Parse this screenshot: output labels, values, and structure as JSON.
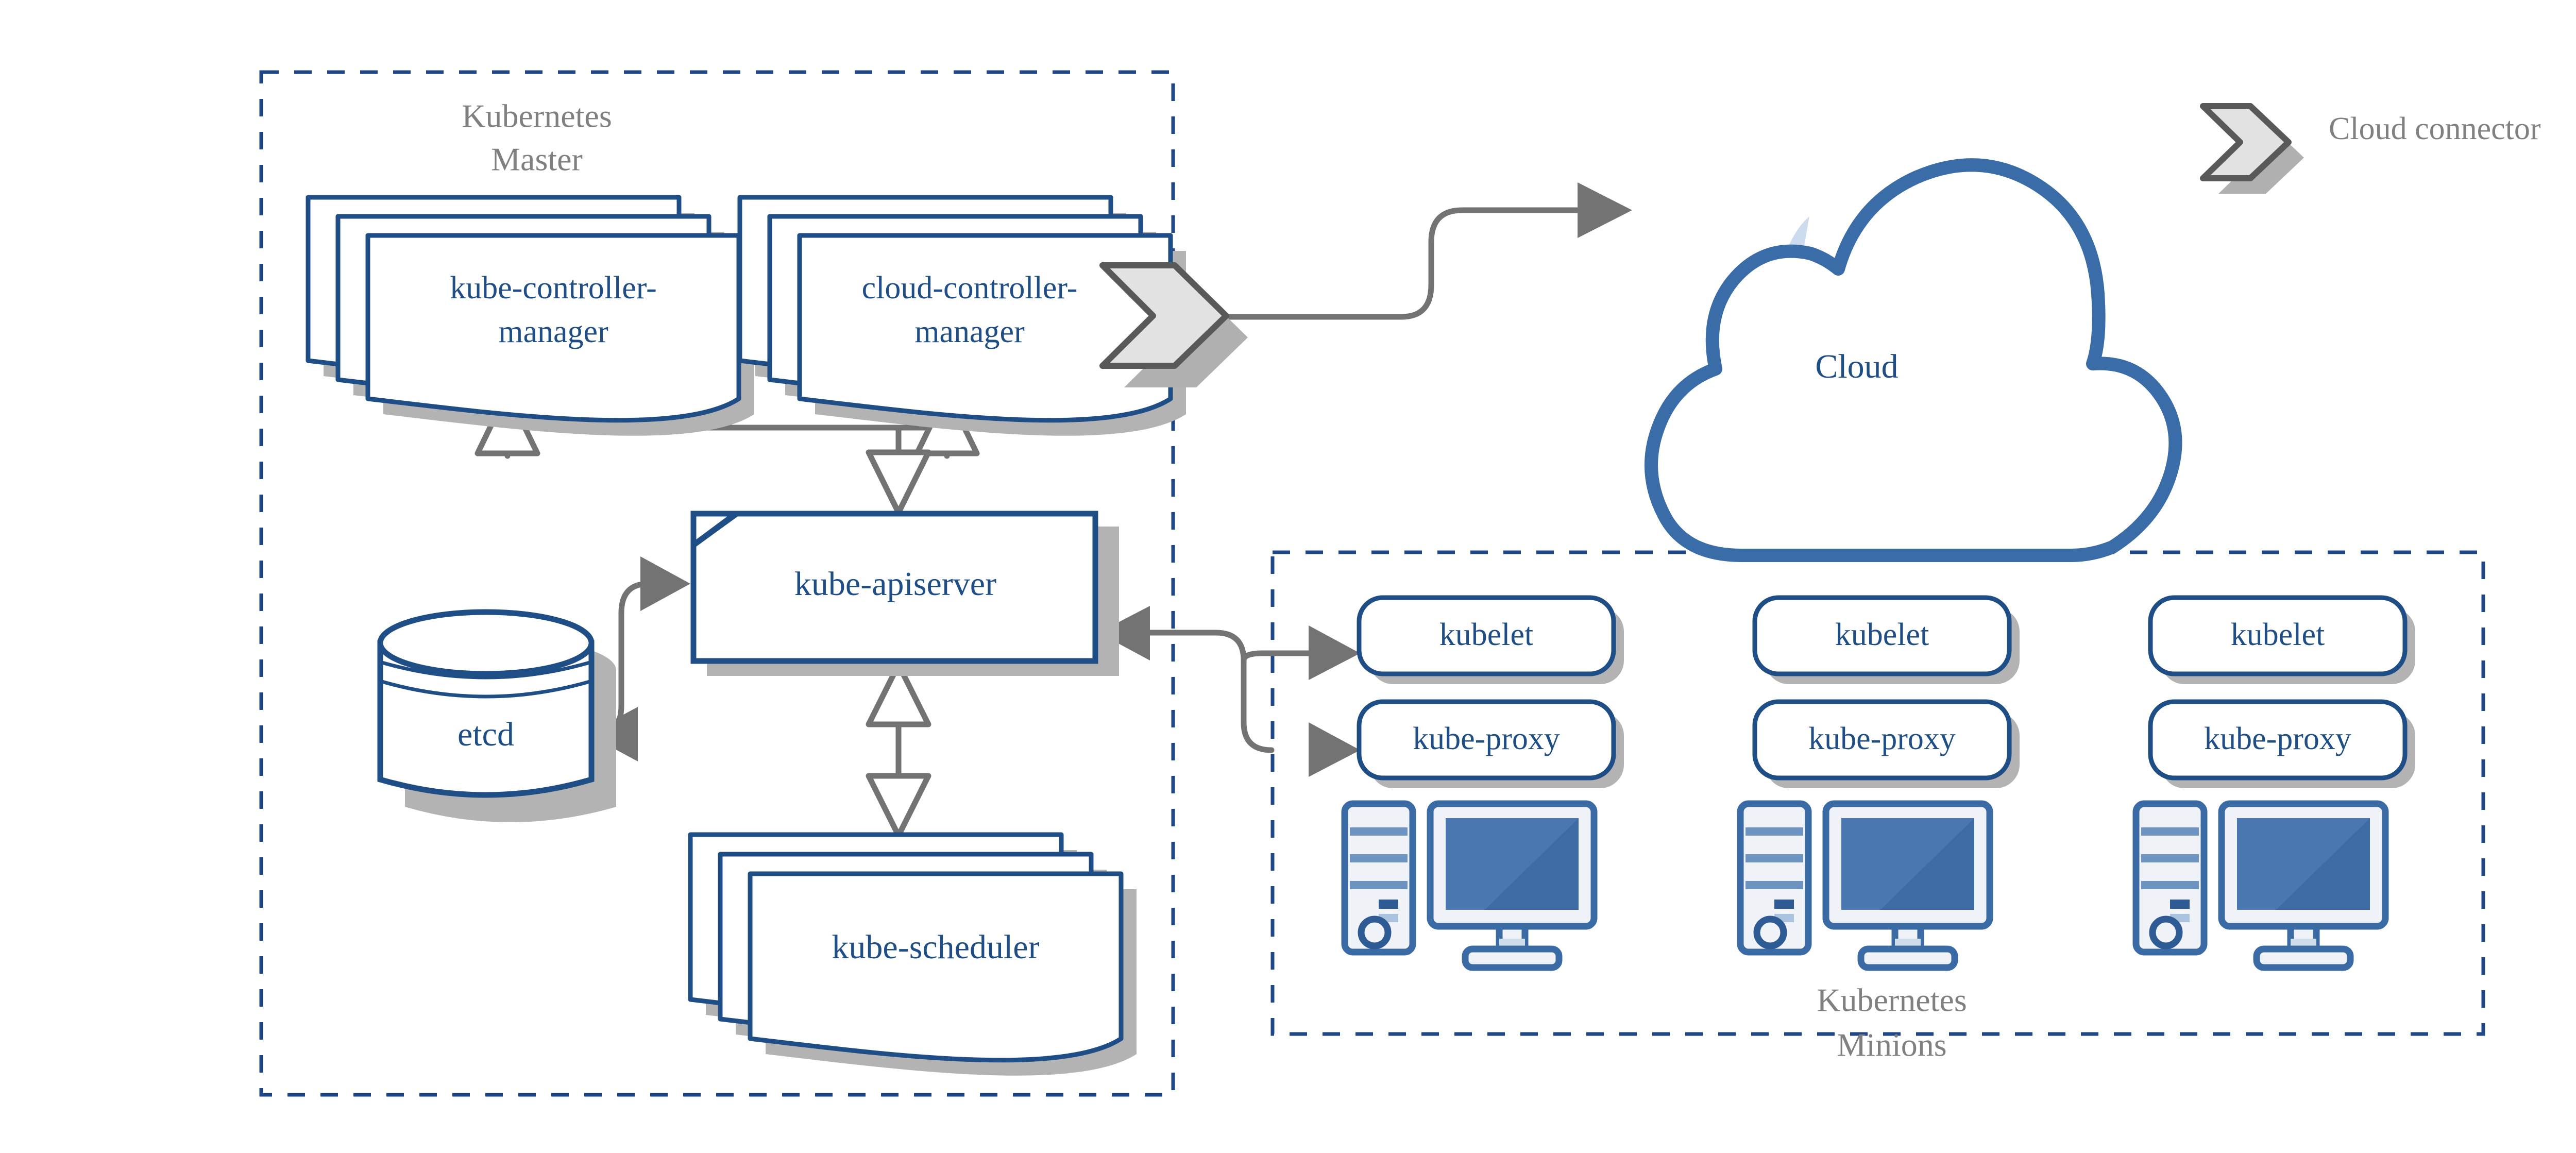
{
  "zones": {
    "master": {
      "title_line1": "Kubernetes",
      "title_line2": "Master"
    },
    "minions": {
      "title_line1": "Kubernetes",
      "title_line2": "Minions"
    }
  },
  "legend": {
    "cloud_connector_label": "Cloud connector",
    "icon": "chevron-connector-icon"
  },
  "master_components": {
    "kube_controller_manager": {
      "line1": "kube-controller-",
      "line2": "manager"
    },
    "cloud_controller_manager": {
      "line1": "cloud-controller-",
      "line2": "manager"
    },
    "kube_apiserver": {
      "label": "kube-apiserver"
    },
    "etcd": {
      "label": "etcd"
    },
    "kube_scheduler": {
      "label": "kube-scheduler"
    }
  },
  "cloud": {
    "label": "Cloud"
  },
  "minion_nodes": [
    {
      "kubelet": "kubelet",
      "kube_proxy": "kube-proxy",
      "machine_icon": "computer-icon"
    },
    {
      "kubelet": "kubelet",
      "kube_proxy": "kube-proxy",
      "machine_icon": "computer-icon"
    },
    {
      "kubelet": "kubelet",
      "kube_proxy": "kube-proxy",
      "machine_icon": "computer-icon"
    }
  ],
  "colors": {
    "zone_border": "#1f4788",
    "node_blue": "#1f4e87",
    "cloud_blue": "#3a6ca8",
    "cloud_accent": "#ccdcee",
    "connector_gray": "#737373",
    "chevron_fill": "#e2e2e2",
    "chevron_stroke": "#595959",
    "label_gray": "#808080",
    "shadow_gray": "#b3b3b3",
    "screen_blue": "#4a77b0",
    "page_background": "#ffffff"
  }
}
